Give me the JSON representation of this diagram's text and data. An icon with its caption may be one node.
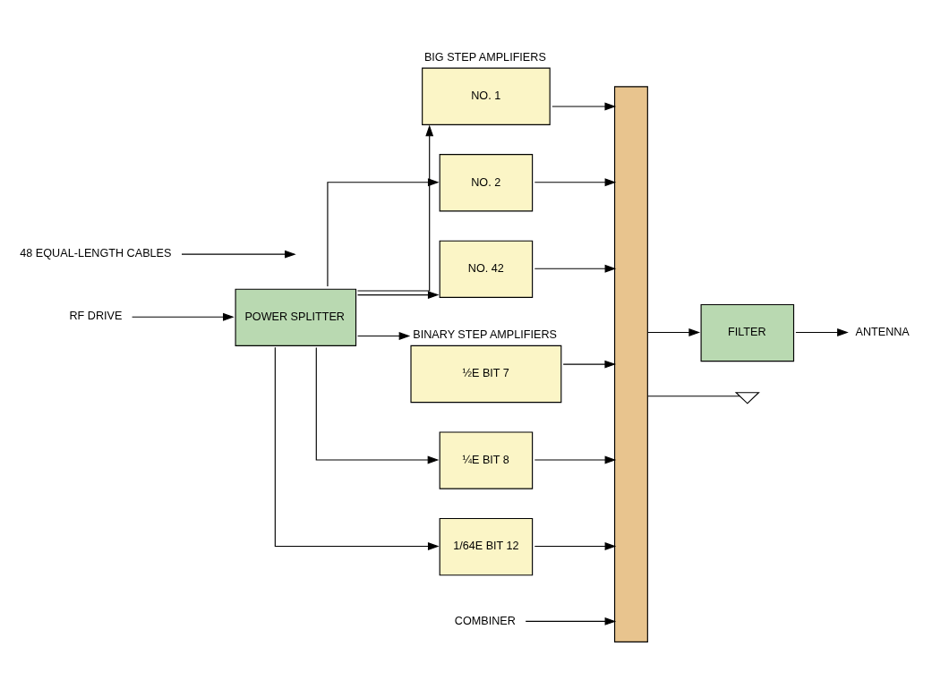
{
  "diagram": {
    "nodes": [
      {
        "text": [
          "RF DRIVE"
        ]
      },
      {
        "text": [
          "POWER SPLITTER"
        ]
      },
      {
        "text": [
          "48 EQUAL-LENGTH CABLES"
        ]
      },
      {
        "text": [
          "NO. 1"
        ],
        "beside": [
          "BIG STEP AMPLIFIERS"
        ]
      },
      {
        "text": [
          "NO. 2"
        ]
      },
      {
        "text": [
          "NO. 42"
        ]
      },
      {
        "text": [
          "½E BIT 7"
        ],
        "beside": [
          "BINARY STEP AMPLIFIERS"
        ]
      },
      {
        "text": [
          "¼E BIT 8"
        ]
      },
      {
        "text": [
          "1/64E BIT 12"
        ]
      },
      {
        "text": [],
        "shape": "bar"
      },
      {
        "text": [
          "FILTER"
        ]
      },
      {
        "text": [
          "ANTENNA"
        ]
      },
      {
        "text": [
          "COMBINER"
        ]
      },
      {
        "text": [],
        "shape": "ground"
      }
    ],
    "edges": [
      {
        "from": 0,
        "to": 1,
        "arrow": "to"
      },
      {
        "from": 1,
        "to": 3,
        "arrow": "to"
      },
      {
        "from": 1,
        "to": 4,
        "arrow": "to"
      },
      {
        "from": 1,
        "to": 5,
        "arrow": "to"
      },
      {
        "from": 1,
        "to": 6,
        "arrow": "to"
      },
      {
        "from": 1,
        "to": 7,
        "arrow": "to"
      },
      {
        "from": 1,
        "to": 8,
        "arrow": "to"
      },
      {
        "from": 2,
        "to": null,
        "arrow": "to"
      },
      {
        "from": 3,
        "to": 9,
        "arrow": "to"
      },
      {
        "from": 4,
        "to": 9,
        "arrow": "to"
      },
      {
        "from": 5,
        "to": 9,
        "arrow": "to"
      },
      {
        "from": 6,
        "to": 9,
        "arrow": "to"
      },
      {
        "from": 7,
        "to": 9,
        "arrow": "to"
      },
      {
        "from": 8,
        "to": 9,
        "arrow": "to"
      },
      {
        "from": 9,
        "to": 10,
        "arrow": "to"
      },
      {
        "from": 10,
        "to": 11,
        "arrow": "to"
      },
      {
        "from": 12,
        "to": 9,
        "arrow": "to"
      },
      {
        "from": 9,
        "to": 13,
        "arrow": "none"
      }
    ]
  }
}
